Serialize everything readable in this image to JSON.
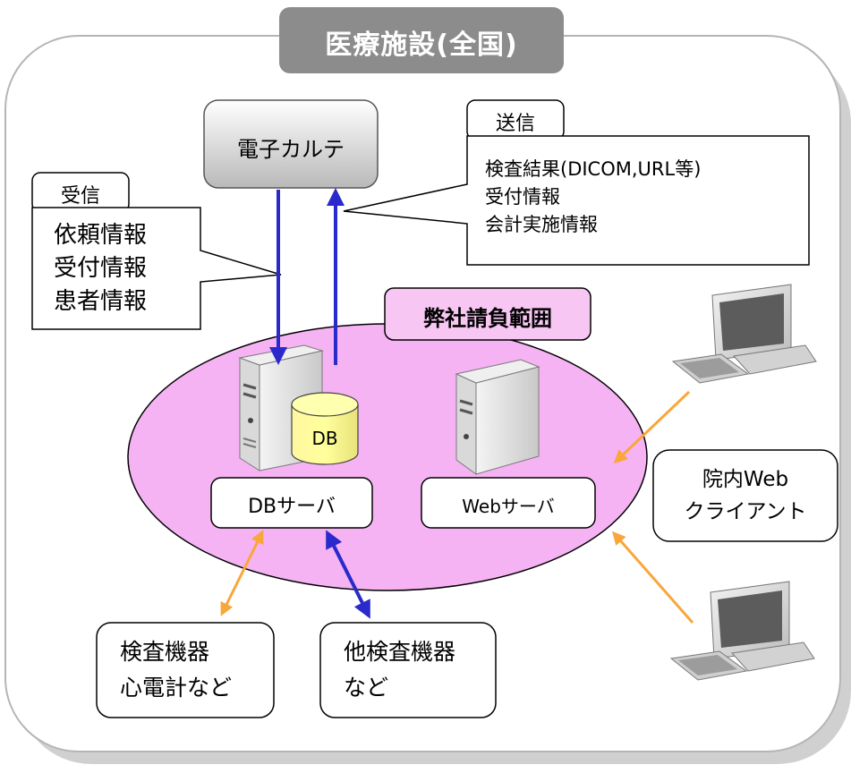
{
  "title": "医療施設(全国)",
  "emr": {
    "label": "電子カルテ"
  },
  "receive": {
    "label": "受信",
    "items": [
      "依頼情報",
      "受付情報",
      "患者情報"
    ]
  },
  "send": {
    "label": "送信",
    "items": [
      "検査結果(DICOM,URL等)",
      "受付情報",
      "会計実施情報"
    ]
  },
  "scope": {
    "label": "弊社請負範囲"
  },
  "db_server": {
    "db_label": "DB",
    "label": "DBサーバ"
  },
  "web_server": {
    "label": "Webサーバ"
  },
  "web_client": {
    "lines": [
      "院内Web",
      "クライアント"
    ]
  },
  "devices": [
    {
      "lines": [
        "検査機器",
        "心電計など"
      ]
    },
    {
      "lines": [
        "他検査機器",
        "など"
      ]
    }
  ],
  "colors": {
    "title_badge": "#8c8c8c",
    "ellipse_fill": "#f5b3f3",
    "scope_badge": "#f7c6f3",
    "db_cylinder": "#ffff99",
    "arrow_blue": "#2a2acc",
    "arrow_orange": "#f9a63a"
  }
}
